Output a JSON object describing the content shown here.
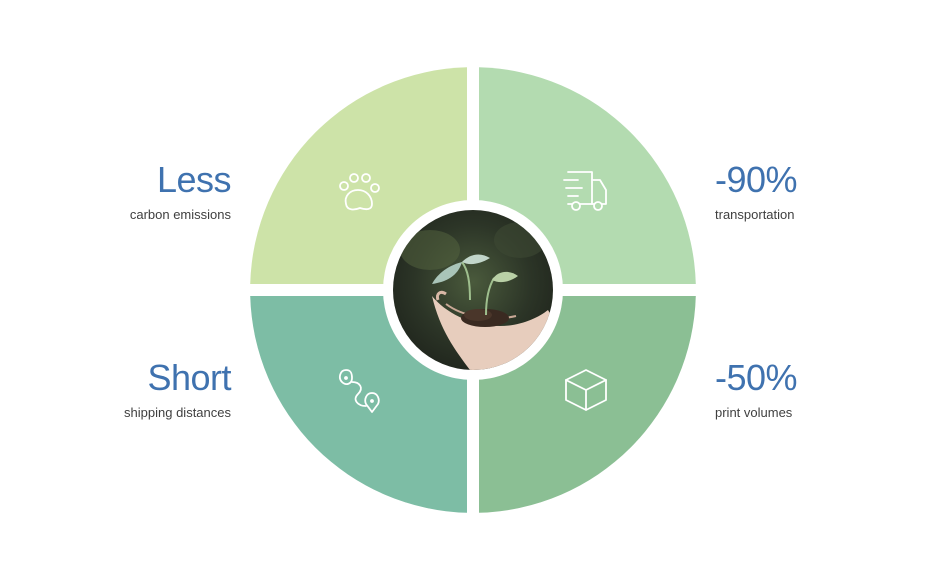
{
  "colors": {
    "quadrant_top_left": "#cde3a8",
    "quadrant_top_right": "#b3dbb0",
    "quadrant_bottom_left": "#7dbda5",
    "quadrant_bottom_right": "#8bbf94",
    "value_text": "#3f72af",
    "label_text": "#3f3f3f",
    "icon_stroke": "#ffffff"
  },
  "center_image": {
    "name": "plant-in-hand-photo"
  },
  "stats": {
    "top_left": {
      "value": "Less",
      "label": "carbon emissions",
      "icon": "paw-icon"
    },
    "top_right": {
      "value": "-90%",
      "label": "transportation",
      "icon": "truck-icon"
    },
    "bottom_left": {
      "value": "Short",
      "label": "shipping distances",
      "icon": "route-icon"
    },
    "bottom_right": {
      "value": "-50%",
      "label": "print volumes",
      "icon": "box-icon"
    }
  }
}
